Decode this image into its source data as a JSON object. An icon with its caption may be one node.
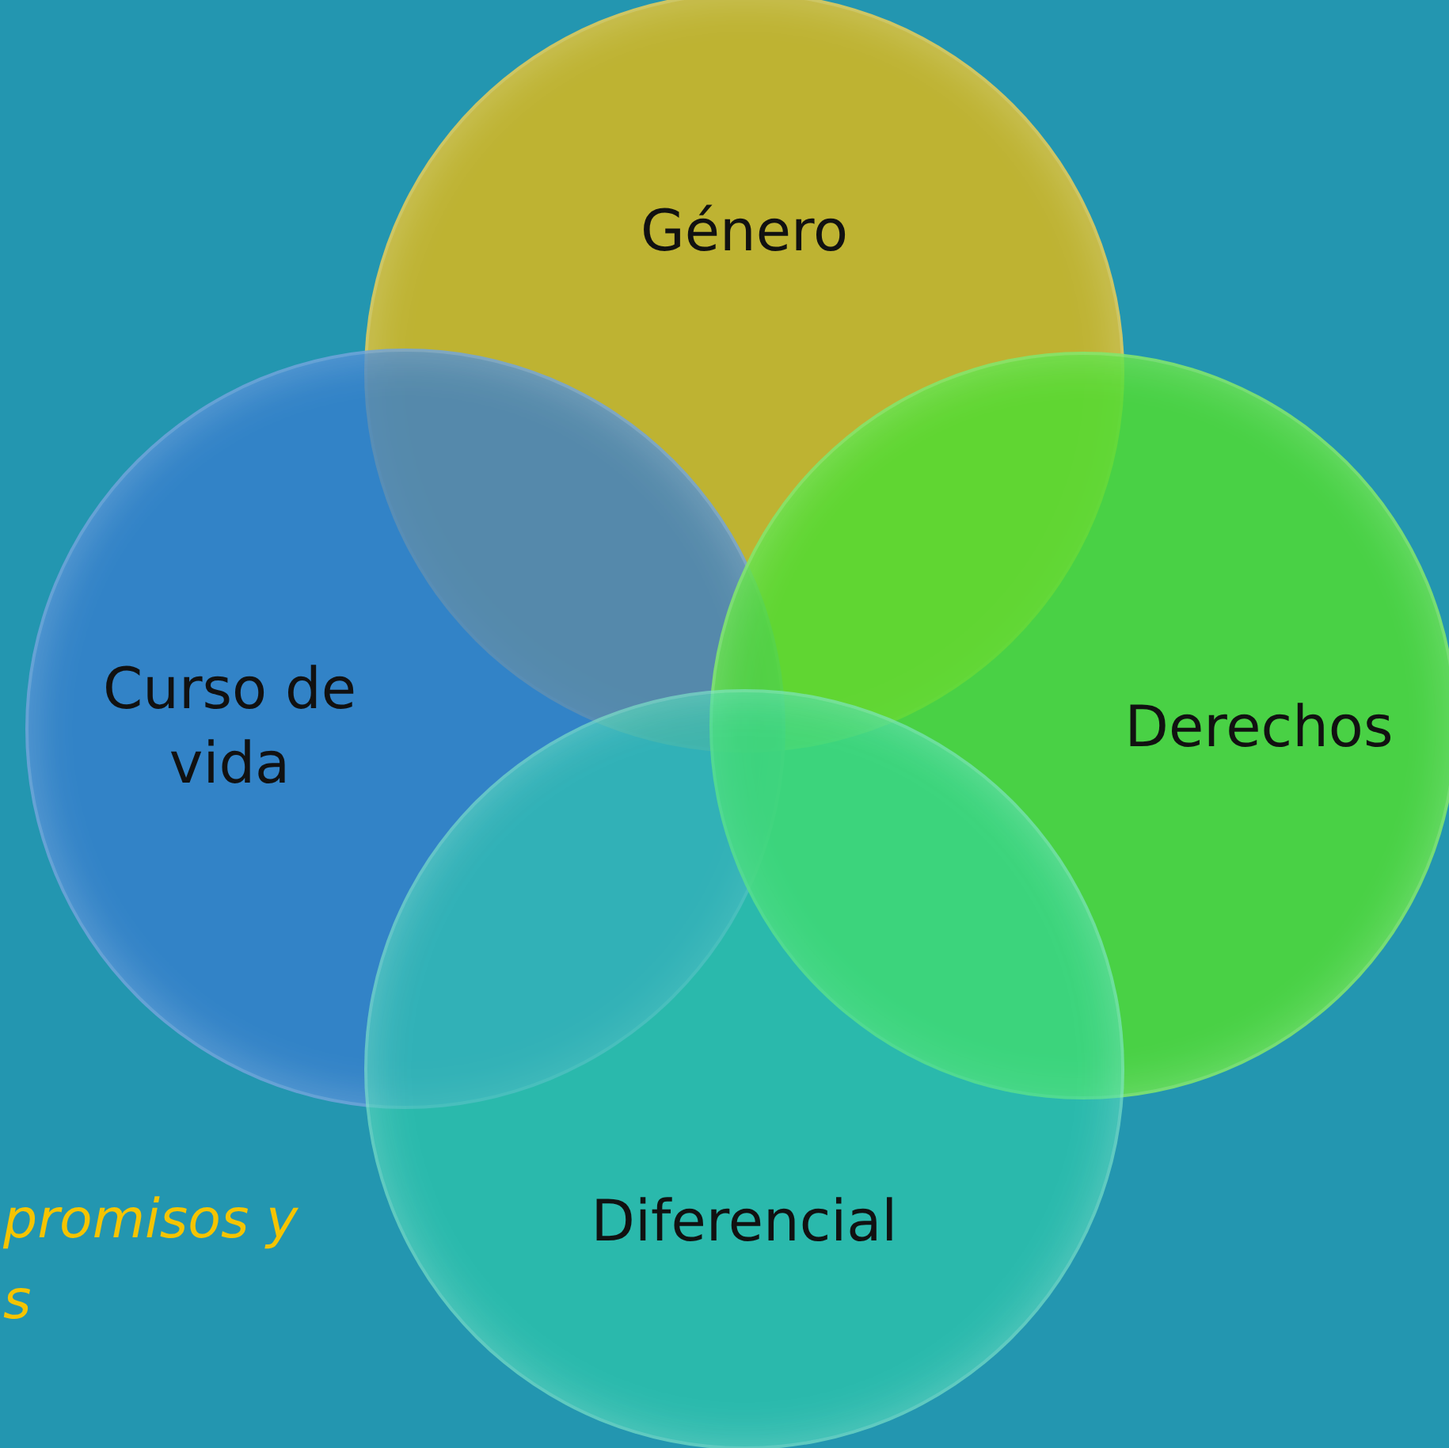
{
  "diagram": {
    "nodes": [
      {
        "text": [
          "Género"
        ]
      },
      {
        "text": [
          "Curso de vida"
        ]
      },
      {
        "text": [
          "Derechos"
        ]
      },
      {
        "text": [
          "Diferencial"
        ]
      }
    ],
    "labels": [
      "promisos y s"
    ]
  }
}
